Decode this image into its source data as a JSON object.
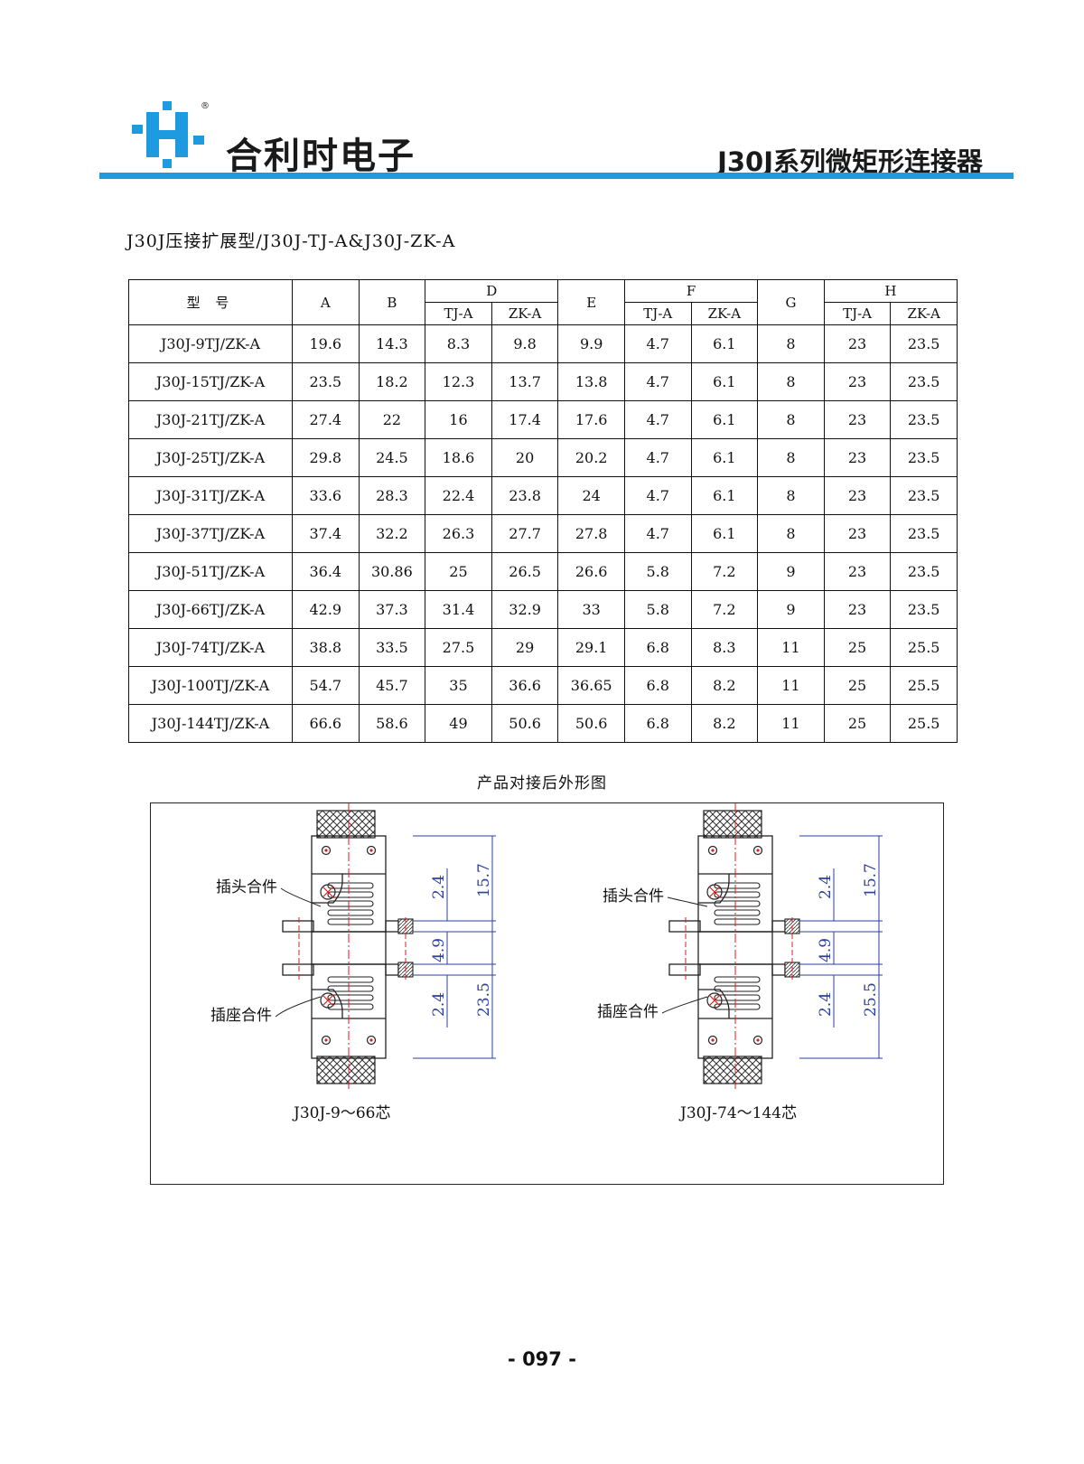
{
  "header": {
    "brand": "合利时电子",
    "registered_mark": "®",
    "series_title": "J30J系列微矩形连接器",
    "accent_color": "#1e9ae0"
  },
  "section_title": "J30J压接扩展型/J30J-TJ-A&J30J-ZK-A",
  "table": {
    "header_model": "型 号",
    "groups": {
      "A": "A",
      "B": "B",
      "D": "D",
      "E": "E",
      "F": "F",
      "G": "G",
      "H": "H"
    },
    "sub": {
      "tj": "TJ-A",
      "zk": "ZK-A"
    },
    "rows": [
      [
        "J30J-9TJ/ZK-A",
        "19.6",
        "14.3",
        "8.3",
        "9.8",
        "9.9",
        "4.7",
        "6.1",
        "8",
        "23",
        "23.5"
      ],
      [
        "J30J-15TJ/ZK-A",
        "23.5",
        "18.2",
        "12.3",
        "13.7",
        "13.8",
        "4.7",
        "6.1",
        "8",
        "23",
        "23.5"
      ],
      [
        "J30J-21TJ/ZK-A",
        "27.4",
        "22",
        "16",
        "17.4",
        "17.6",
        "4.7",
        "6.1",
        "8",
        "23",
        "23.5"
      ],
      [
        "J30J-25TJ/ZK-A",
        "29.8",
        "24.5",
        "18.6",
        "20",
        "20.2",
        "4.7",
        "6.1",
        "8",
        "23",
        "23.5"
      ],
      [
        "J30J-31TJ/ZK-A",
        "33.6",
        "28.3",
        "22.4",
        "23.8",
        "24",
        "4.7",
        "6.1",
        "8",
        "23",
        "23.5"
      ],
      [
        "J30J-37TJ/ZK-A",
        "37.4",
        "32.2",
        "26.3",
        "27.7",
        "27.8",
        "4.7",
        "6.1",
        "8",
        "23",
        "23.5"
      ],
      [
        "J30J-51TJ/ZK-A",
        "36.4",
        "30.86",
        "25",
        "26.5",
        "26.6",
        "5.8",
        "7.2",
        "9",
        "23",
        "23.5"
      ],
      [
        "J30J-66TJ/ZK-A",
        "42.9",
        "37.3",
        "31.4",
        "32.9",
        "33",
        "5.8",
        "7.2",
        "9",
        "23",
        "23.5"
      ],
      [
        "J30J-74TJ/ZK-A",
        "38.8",
        "33.5",
        "27.5",
        "29",
        "29.1",
        "6.8",
        "8.3",
        "11",
        "25",
        "25.5"
      ],
      [
        "J30J-100TJ/ZK-A",
        "54.7",
        "45.7",
        "35",
        "36.6",
        "36.65",
        "6.8",
        "8.2",
        "11",
        "25",
        "25.5"
      ],
      [
        "J30J-144TJ/ZK-A",
        "66.6",
        "58.6",
        "49",
        "50.6",
        "50.6",
        "6.8",
        "8.2",
        "11",
        "25",
        "25.5"
      ]
    ]
  },
  "figure": {
    "title": "产品对接后外形图",
    "left": {
      "plug_label": "插头合件",
      "socket_label": "插座合件",
      "dim_top_inner": "2.4",
      "dim_top_outer": "15.7",
      "dim_mid": "4.9",
      "dim_bottom_inner": "2.4",
      "dim_bottom_outer": "23.5",
      "caption": "J30J-9～66芯"
    },
    "right": {
      "plug_label": "插头合件",
      "socket_label": "插座合件",
      "dim_top_inner": "2.4",
      "dim_top_outer": "15.7",
      "dim_mid": "4.9",
      "dim_bottom_inner": "2.4",
      "dim_bottom_outer": "25.5",
      "caption": "J30J-74～144芯"
    },
    "dimension_color": "#2a3fa0",
    "centerline_color": "#d42020"
  },
  "page_number": "- 097 -"
}
